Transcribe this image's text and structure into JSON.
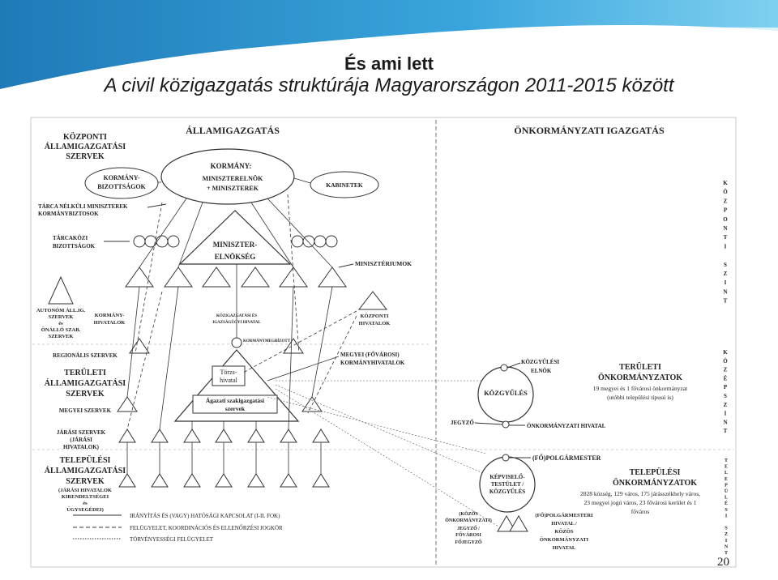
{
  "slide": {
    "title": "És ami lett",
    "subtitle": "A civil közigazgatás struktúrája Magyarországon 2011-2015 között",
    "page_number": "20"
  },
  "diagram": {
    "section_state": "ÁLLAMIGAZGATÁS",
    "section_local": "ÖNKORMÁNYZATI IGAZGATÁS",
    "left_central": [
      "KÖZPONTI",
      "ÁLLAMIGAZGATÁSI",
      "SZERVEK"
    ],
    "left_regional_header": "REGIONÁLIS SZERVEK",
    "left_territorial": [
      "TERÜLETI",
      "ÁLLAMIGAZGATÁSI",
      "SZERVEK"
    ],
    "left_county": "MEGYEI SZERVEK",
    "left_district": [
      "JÁRÁSI SZERVEK",
      "(JÁRÁSI",
      "HIVATALOK)"
    ],
    "left_local": [
      "TELEPÜLÉSI",
      "ÁLLAMIGAZGATÁSI",
      "SZERVEK"
    ],
    "left_local_sub": [
      "(JÁRÁSI HIVATALOK",
      "KIRENDELTSÉGEI",
      "és",
      "ÜGYSEGÉDEI)"
    ],
    "gov": [
      "KORMÁNY:",
      "MINISZTERELNÖK",
      "+ MINISZTEREK"
    ],
    "gov_committees": [
      "KORMÁNY-",
      "BIZOTTSÁGOK"
    ],
    "cabinets": "KABINETEK",
    "ministers_wo_portfolio": [
      "TÁRCA NÉLKÜLI MINISZTEREK",
      "KORMÁNYBIZTOSOK"
    ],
    "interministerial": [
      "TÁRCAKÖZI",
      "BIZOTTSÁGOK"
    ],
    "pm_office": [
      "MINISZTER-",
      "ELNÖKSÉG"
    ],
    "ministries": "MINISZTÉRIUMOK",
    "autonomous": [
      "AUTONÓM ÁLL.IG.",
      "SZERVEK",
      "és",
      "ÖNÁLLÓ SZAB.",
      "SZERVEK"
    ],
    "gov_offices": [
      "KORMÁNY-",
      "HIVATALOK"
    ],
    "public_admin_justice": [
      "KÖZIGAZGATÁSI ÉS",
      "IGAZSÁGÜGYI HIVATAL"
    ],
    "central_offices": [
      "KÖZPONTI",
      "HIVATALOK"
    ],
    "gov_commissioner": "KORMÁNYMEGBÍZOTT",
    "county_gov_offices": [
      "MEGYEI (FŐVÁROSI)",
      "KORMÁNYHIVATALOK"
    ],
    "core_office": [
      "Törzs-",
      "hivatal"
    ],
    "sector_bodies": [
      "Ágazati szakigazgatási",
      "szervek"
    ],
    "central_level_vertical": "KÖZPONTI SZINT",
    "mid_level_vertical": "KÖZÉPSZINT",
    "local_level_vertical": "TELEPÜLÉSI SZINT",
    "assembly_chair": [
      "KÖZGYŰLÉSI",
      "ELNÖK"
    ],
    "assembly": "KÖZGYŰLÉS",
    "notary_county": "JEGYZŐ",
    "county_council_office": "ÖNKORMÁNYZATI HIVATAL",
    "territorial_gov": [
      "TERÜLETI",
      "ÖNKORMÁNYZATOK"
    ],
    "territorial_gov_note": [
      "19 megyei és 1 fővárosi önkormányzat",
      "(utóbbi települési típusú is)"
    ],
    "mayor": "(FŐ)POLGÁRMESTER",
    "council_body": [
      "KÉPVISELŐ-",
      "TESTÜLET /",
      "KÖZGYŰLÉS"
    ],
    "local_gov": [
      "TELEPÜLÉSI",
      "ÖNKORMÁNYZATOK"
    ],
    "local_gov_note": [
      "2828 község, 129 város, 175 járásszékhely város,",
      "23 megyei jogú város, 23 fővárosi kerület és 1",
      "főváros"
    ],
    "joint_office": [
      "(KÖZÖS",
      "ÖNKORMÁNYZATI)",
      "JEGYZŐ /",
      "FŐVÁROSI",
      "FŐJEGYZŐ"
    ],
    "mayor_office": [
      "(FŐ)POLGÁRMESTERI",
      "HIVATAL /",
      "KÖZÖS",
      "ÖNKORMÁNYZATI",
      "HIVATAL"
    ],
    "legend": [
      "IRÁNYÍTÁS ÉS (VAGY) HATÓSÁGI KAPCSOLAT (I-II. FOK)",
      "FELÜGYELET, KOORDINÁCIÓS ÉS ELLENŐRZÉSI JOGKÖR",
      "TÖRVÉNYESSÉGI FELÜGYELET"
    ]
  },
  "colors": {
    "banner_dark": "#1f7ab8",
    "banner_light": "#6ec3ea",
    "line": "#333333"
  }
}
